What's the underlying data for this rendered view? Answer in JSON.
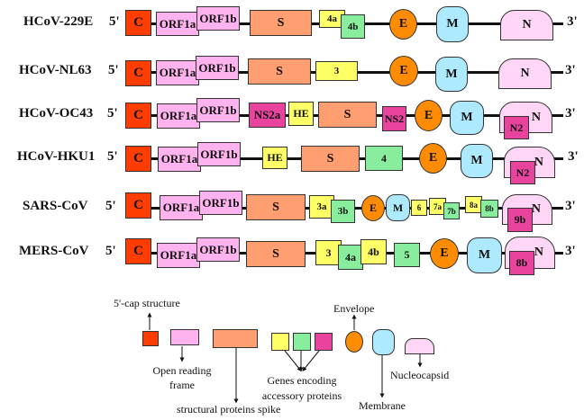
{
  "rows": [
    {
      "name": "HCoV-229E",
      "five": "5'",
      "three": "3'",
      "genes": [
        "C",
        "ORF1a",
        "ORF1b",
        "S",
        "4a",
        "4b",
        "E",
        "M",
        "N"
      ]
    },
    {
      "name": "HCoV-NL63",
      "five": "5'",
      "three": "3'",
      "genes": [
        "C",
        "ORF1a",
        "ORF1b",
        "S",
        "3",
        "E",
        "M",
        "N"
      ]
    },
    {
      "name": "HCoV-OC43",
      "five": "5'",
      "three": "3'",
      "genes": [
        "C",
        "ORF1a",
        "ORF1b",
        "NS2a",
        "HE",
        "S",
        "NS2",
        "E",
        "M",
        "N",
        "N2"
      ]
    },
    {
      "name": "HCoV-HKU1",
      "five": "5'",
      "three": "3'",
      "genes": [
        "C",
        "ORF1a",
        "ORF1b",
        "HE",
        "S",
        "4",
        "E",
        "M",
        "N",
        "N2"
      ]
    },
    {
      "name": "SARS-CoV",
      "five": "5'",
      "three": "3'",
      "genes": [
        "C",
        "ORF1a",
        "ORF1b",
        "S",
        "3a",
        "3b",
        "E",
        "M",
        "6",
        "7a",
        "7b",
        "8a",
        "8b",
        "N",
        "9b"
      ]
    },
    {
      "name": "MERS-CoV",
      "five": "5'",
      "three": "3'",
      "genes": [
        "C",
        "ORF1a",
        "ORF1b",
        "S",
        "3",
        "4a",
        "4b",
        "5",
        "E",
        "M",
        "N",
        "8b"
      ]
    }
  ],
  "legend": {
    "cap": "5'-cap structure",
    "orf": "Open reading frame",
    "spike": "structural proteins spike",
    "accessory": "Genes encoding accessory proteins",
    "envelope": "Envelope",
    "membrane": "Membrane",
    "nucleocapsid": "Nucleocapsid"
  },
  "colors": {
    "cap": "#ff3d00",
    "orf": "#ffb3ee",
    "spike": "#ff9e70",
    "accessory_yellow": "#ffff66",
    "accessory_green": "#88ee9e",
    "accessory_magenta": "#e8449e",
    "envelope": "#ff8c00",
    "membrane": "#aeeaff",
    "nucleocapsid": "#ffd6f6"
  }
}
